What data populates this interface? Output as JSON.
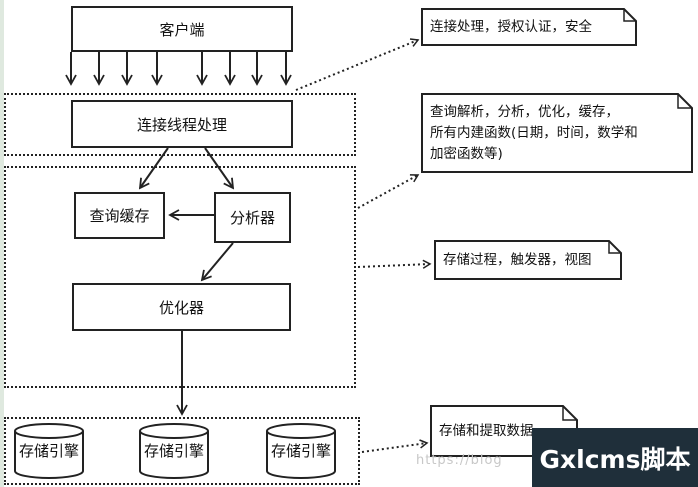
{
  "nodes": {
    "client": "客户端",
    "connection_thread": "连接线程处理",
    "query_cache": "查询缓存",
    "analyzer": "分析器",
    "optimizer": "优化器",
    "engines": [
      "存储引擎",
      "存储引擎",
      "存储引擎"
    ]
  },
  "notes": {
    "connection": "连接处理，授权认证，安全",
    "parsing": "查询解析，分析，优化，缓存，\n所有内建函数(日期，时间，数学和\n加密函数等)",
    "procedures": "存储过程，触发器，视图",
    "storage": "存储和提取数据"
  },
  "watermark": "https://blog",
  "brand": "Gxlcms脚本"
}
